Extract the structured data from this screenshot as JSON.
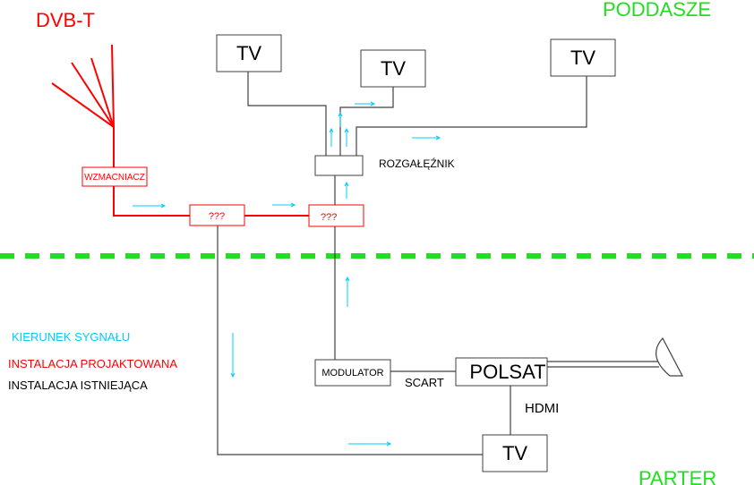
{
  "labels": {
    "dvbt": "DVB-T",
    "poddasze": "PODDASZE",
    "parter": "PARTER",
    "rozgaleznik": "ROZGAŁĘŹNIK",
    "scart": "SCART",
    "hdmi": "HDMI"
  },
  "boxes": {
    "tv_top_left": "TV",
    "tv_top_mid": "TV",
    "tv_top_right": "TV",
    "tv_bottom": "TV",
    "wzmacniacz": "WZMACNIACZ",
    "unknown_left": "???",
    "unknown_right": "???",
    "modulator": "MODULATOR",
    "polsat": "POLSAT"
  },
  "legend": {
    "signal_direction": "KIERUNEK SYGNAŁU",
    "planned": "INSTALACJA PROJAKTOWANA",
    "existing": "INSTALACJA ISTNIEJĄCA"
  },
  "colors": {
    "planned": "#ff0000",
    "existing": "#404040",
    "signal": "#00ccff",
    "floor": "#22dd22"
  }
}
